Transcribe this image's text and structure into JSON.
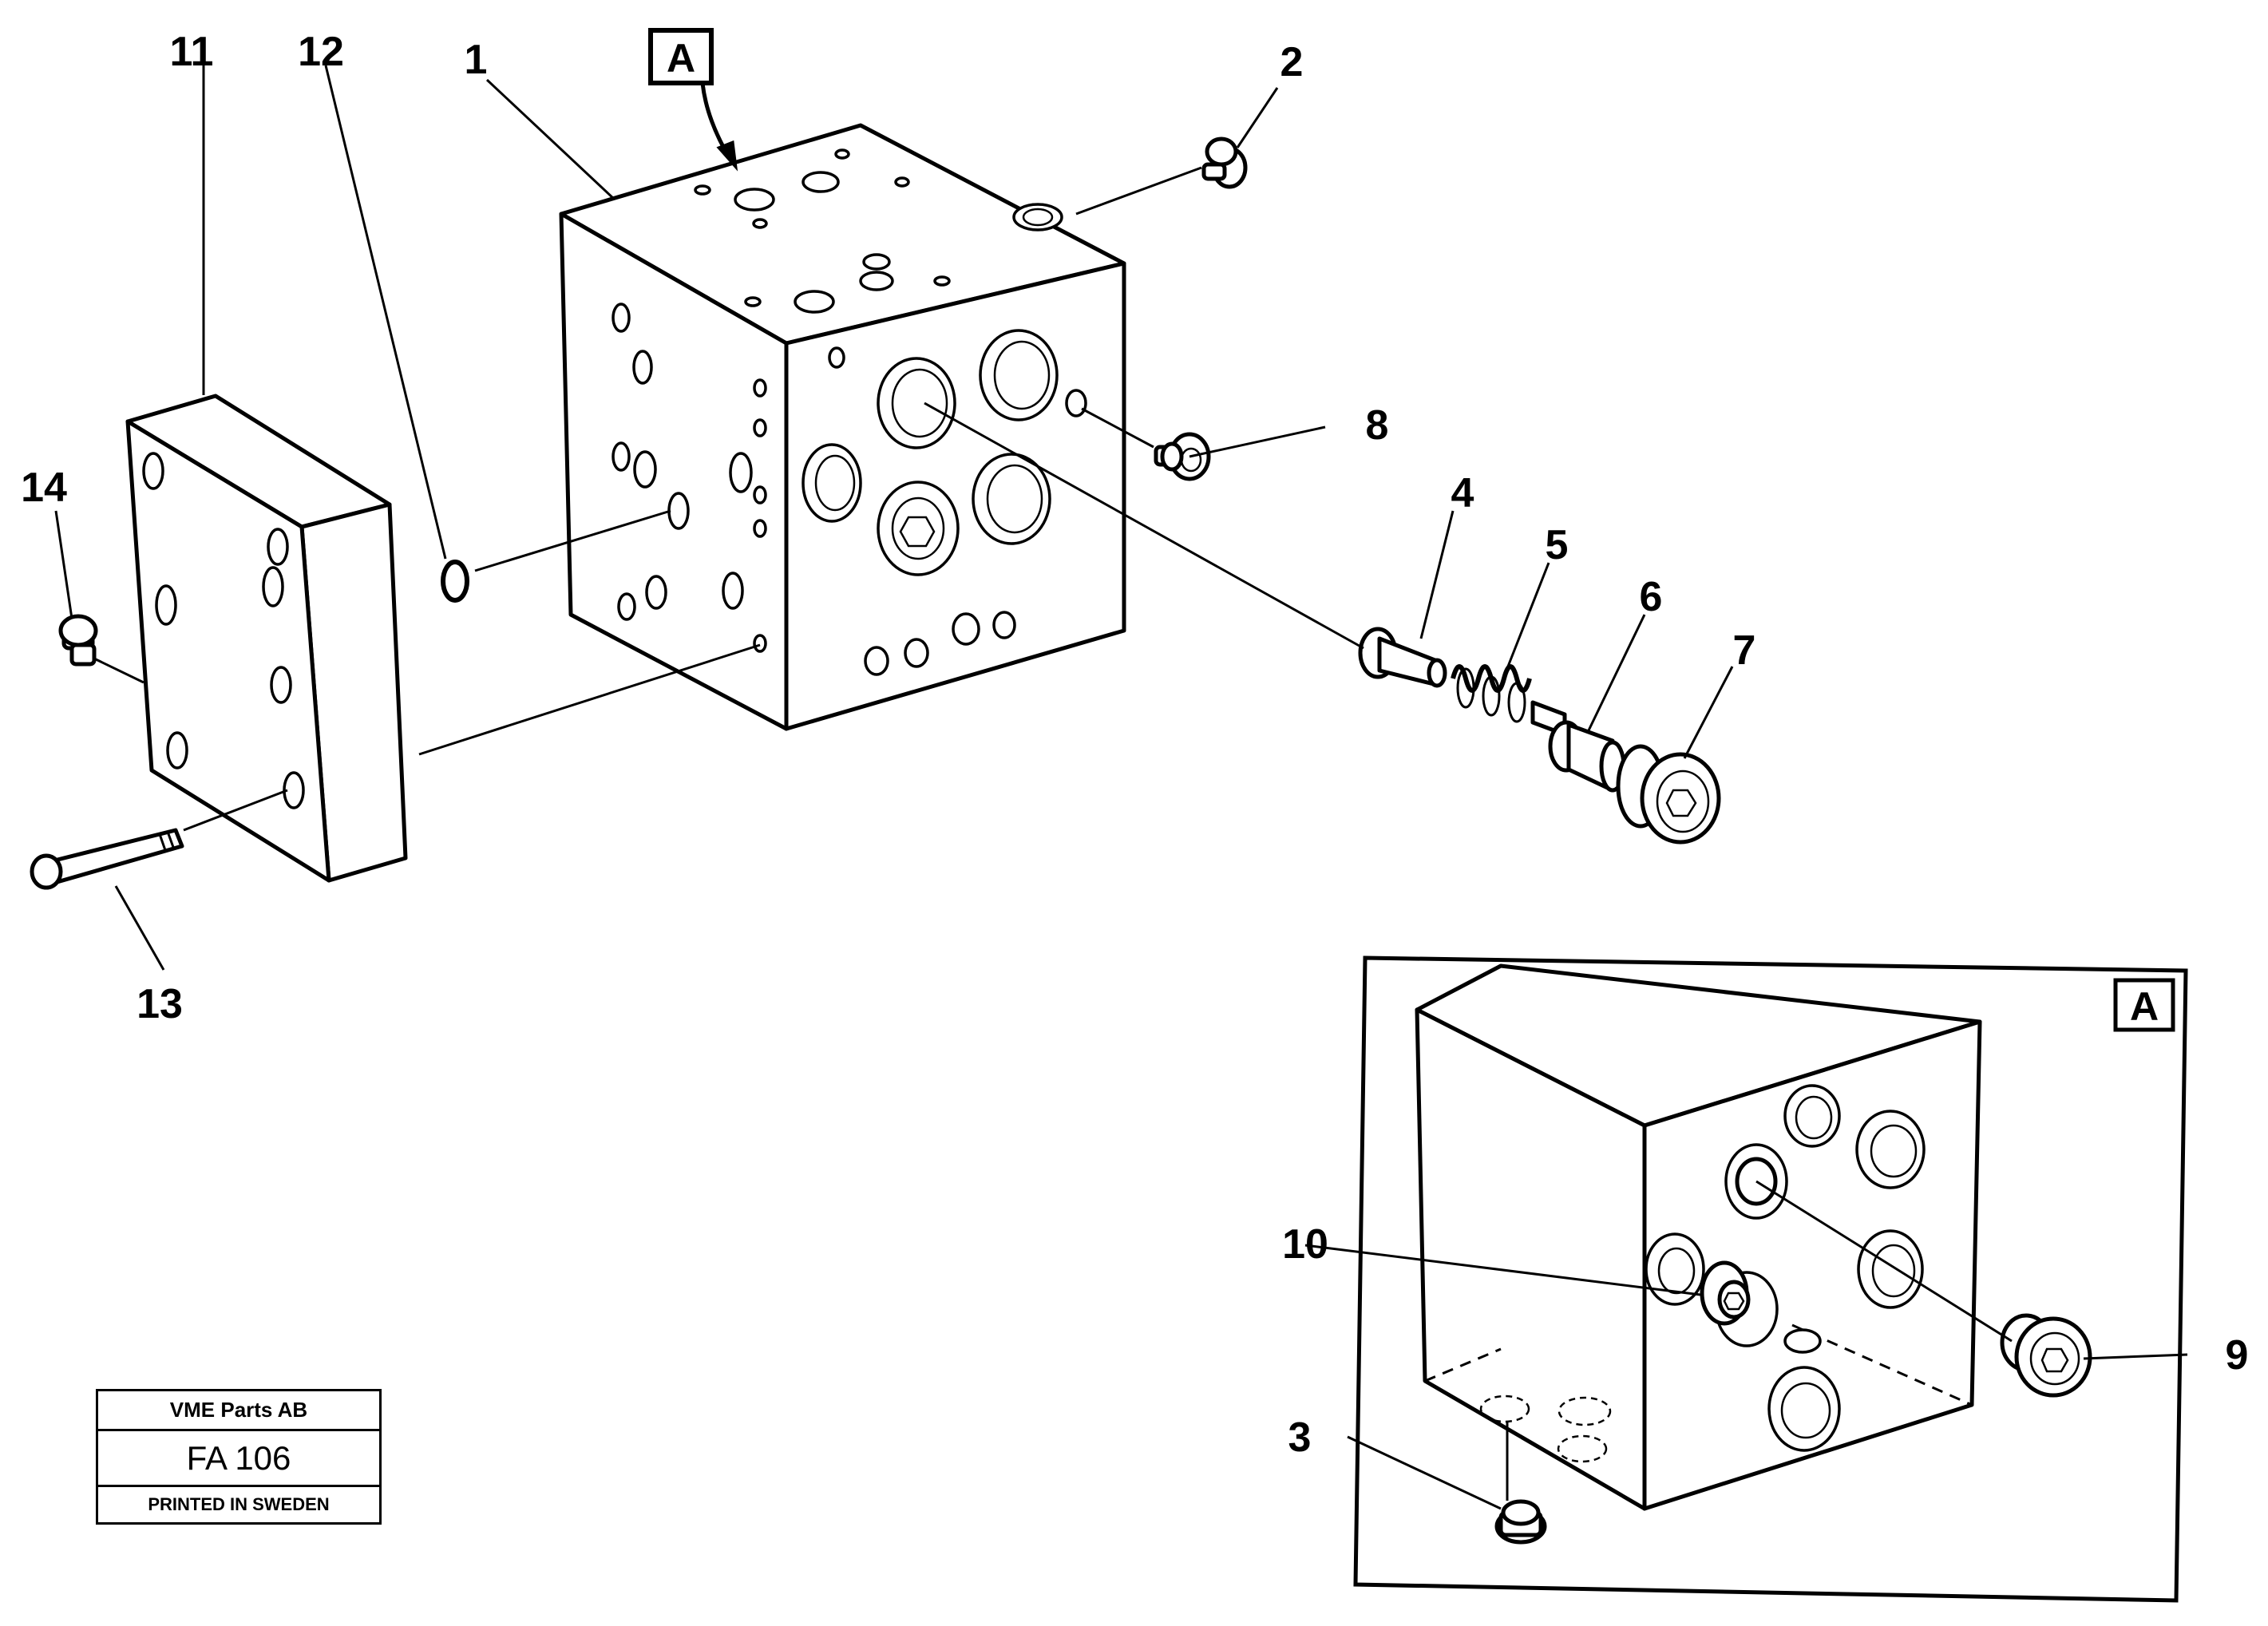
{
  "callouts": {
    "n1": "1",
    "n2": "2",
    "n3": "3",
    "n4": "4",
    "n5": "5",
    "n6": "6",
    "n7": "7",
    "n8": "8",
    "n9": "9",
    "n10": "10",
    "n11": "11",
    "n12": "12",
    "n13": "13",
    "n14": "14"
  },
  "view_marker": "A",
  "detail_marker": "A",
  "title_block": {
    "company": "VME Parts AB",
    "drawing_number": "FA 106",
    "printed": "PRINTED IN SWEDEN"
  }
}
